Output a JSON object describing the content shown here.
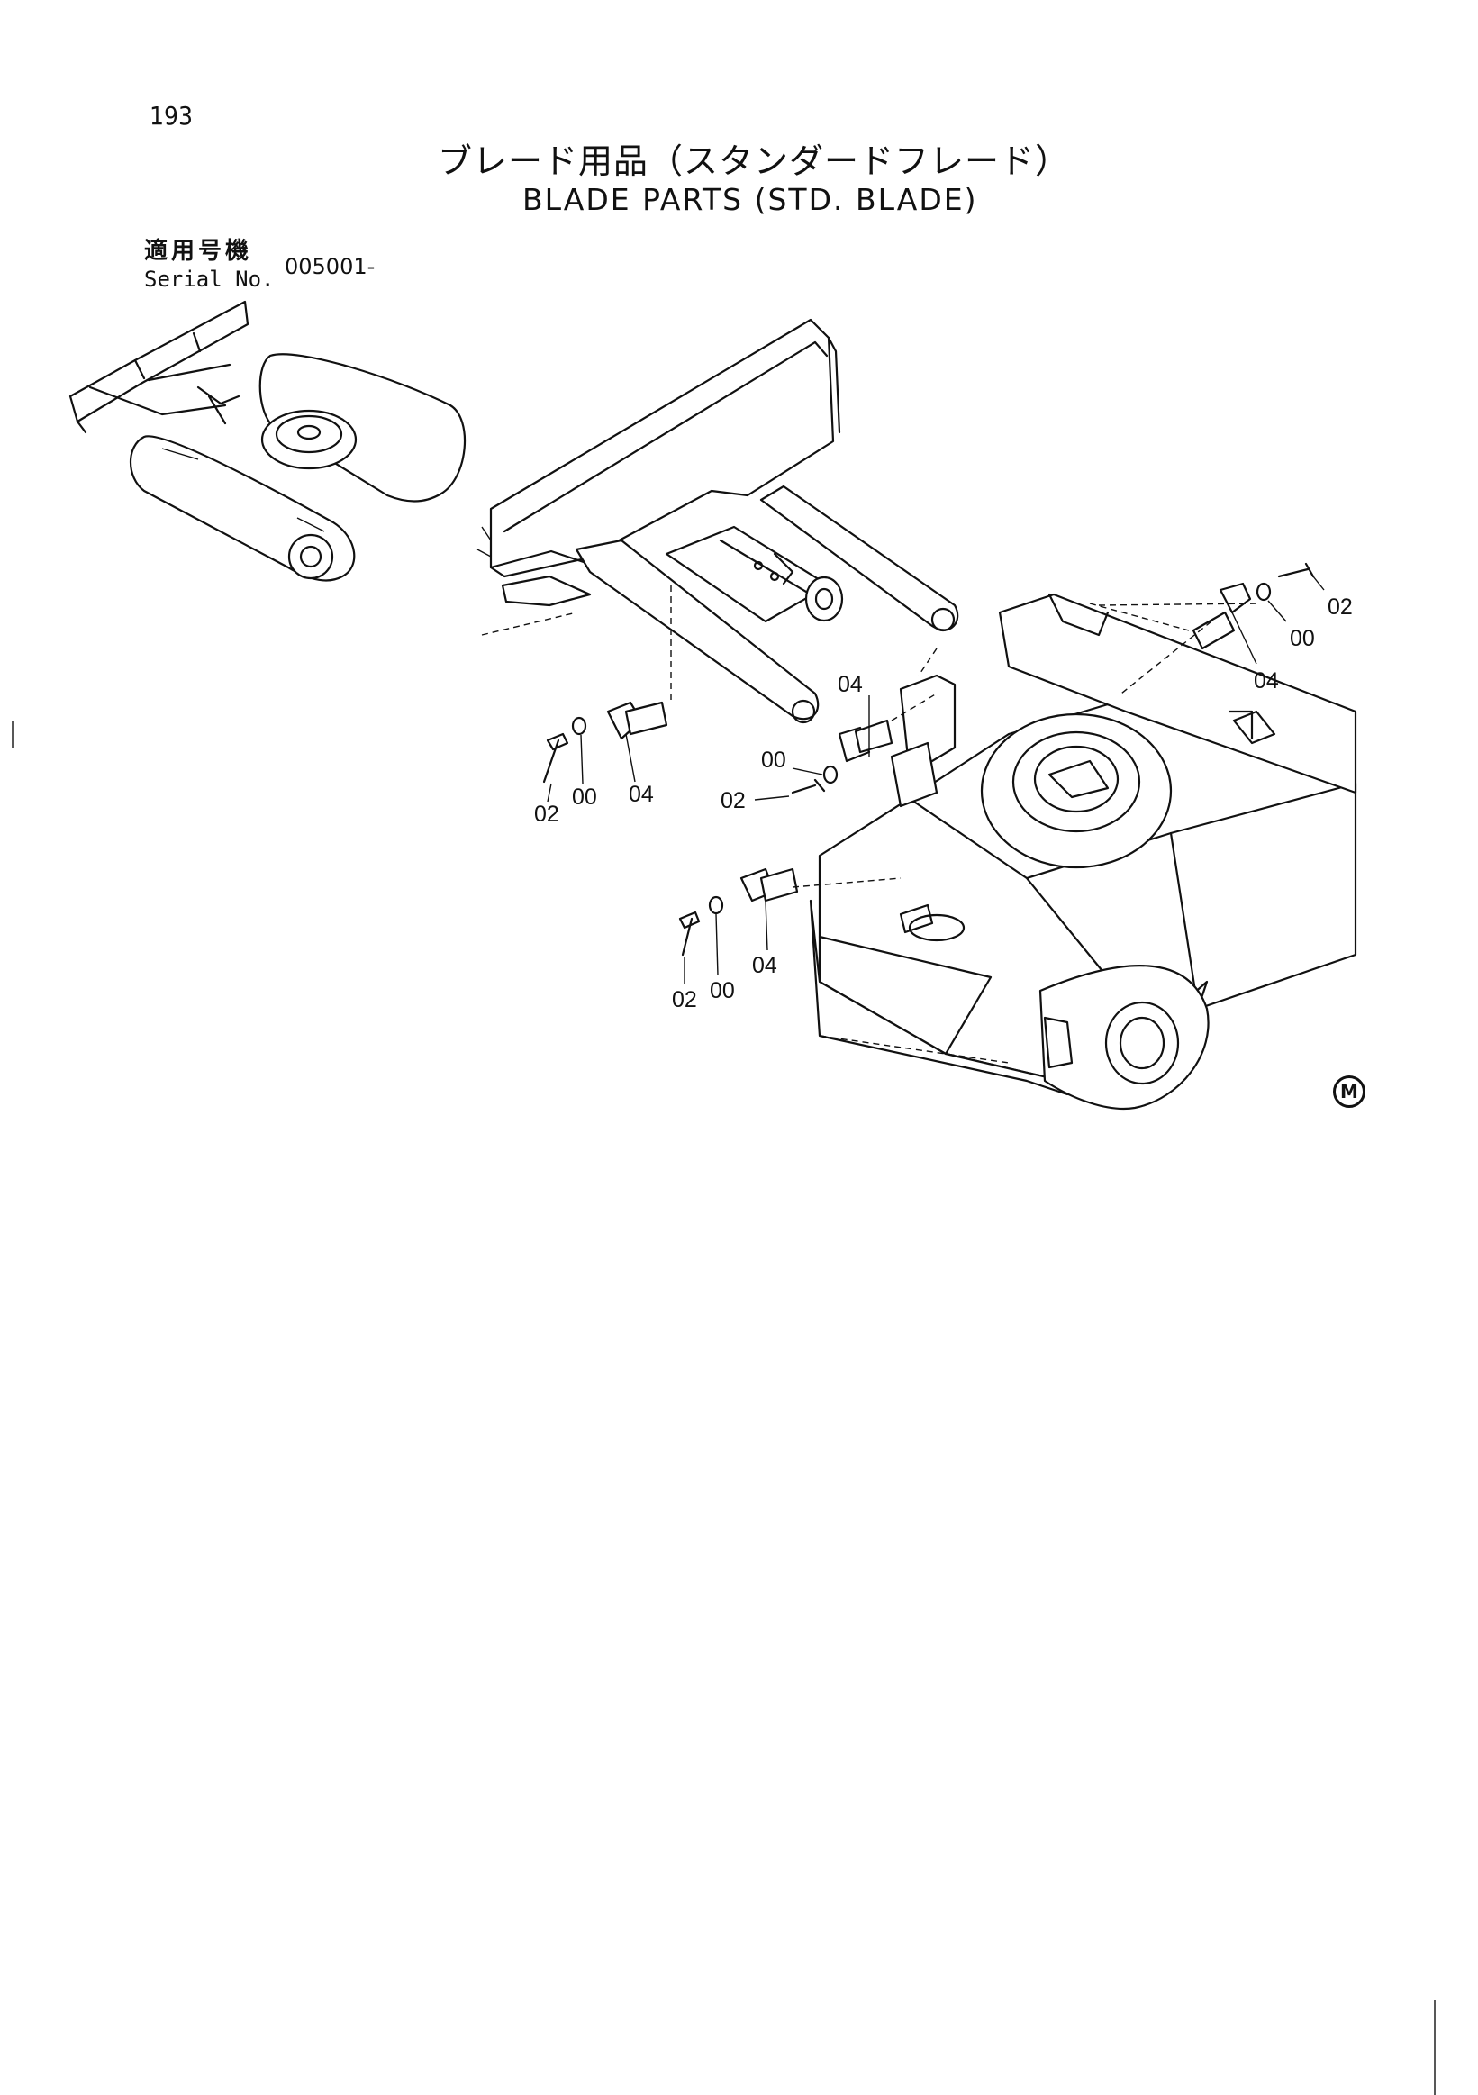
{
  "page_number": "193",
  "title_jp": "ブレード用品（スタンダードフレード）",
  "title_en": "BLADE PARTS (STD. BLADE)",
  "serial": {
    "label_jp": "適用号機",
    "label_en": "Serial No.",
    "value": "005001-"
  },
  "callouts": {
    "c1": "02",
    "c2": "00",
    "c3": "04",
    "c4": "04",
    "c5": "00",
    "c6": "02",
    "c7": "02",
    "c8": "00",
    "c9": "04",
    "c10": "02",
    "c11": "00",
    "c12": "04"
  },
  "corner_mark": "M"
}
